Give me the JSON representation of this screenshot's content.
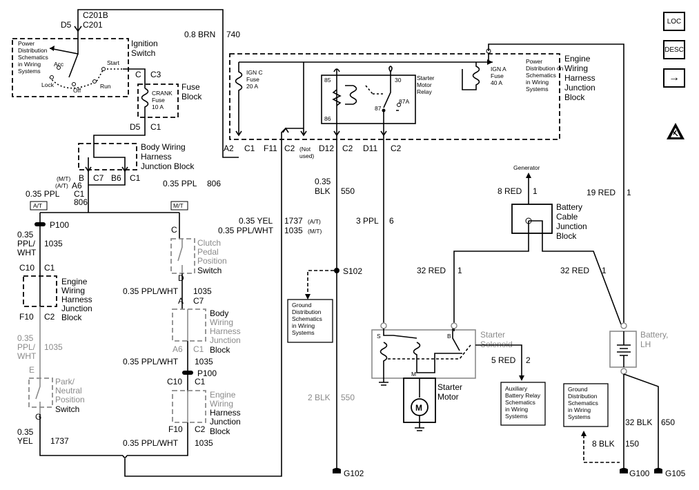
{
  "nav": {
    "loc_label": "LOC",
    "desc_label": "DESC",
    "next_label": "→"
  },
  "labels": {
    "c201b": "C201B",
    "c201": "C201",
    "d5_top": "D5",
    "pds_1": "Power",
    "pds_2": "Distribution",
    "pds_3": "Schematics",
    "pds_4": "in Wiring",
    "pds_5": "Systems",
    "ign_sw_1": "Ignition",
    "ign_sw_2": "Switch",
    "acc": "Acc",
    "lock": "Lock",
    "off": "Off",
    "run": "Run",
    "start": "Start",
    "c_c3": "C",
    "c3": "C3",
    "fuse_block_1": "Fuse",
    "fuse_block_2": "Block",
    "crank_1": "CRANK",
    "crank_2": "Fuse",
    "crank_3": "10 A",
    "d5_c1_a": "D5",
    "d5_c1_b": "C1",
    "brn_wire": "0.8 BRN",
    "brn_num": "740",
    "bwhjb_top_1": "Body  Wiring",
    "bwhjb_top_2": "Harness",
    "bwhjb_top_3": "Junction Block",
    "b_conn": "B",
    "c7_conn": "C7",
    "b6_conn": "B6",
    "c1_conn": "C1",
    "mt_tag": "(M/T)",
    "at_tag": "(A/T)",
    "a6_conn": "A6",
    "c1_sub": "C1",
    "n806_sub": "806",
    "ppl_806": "0.35 PPL",
    "n806": "806",
    "ppl_035": "0.35 PPL",
    "at_box": "A/T",
    "mt_box": "M/T",
    "p100_l": "P100",
    "w035_l": "0.35",
    "ppl_l": "PPL/",
    "wht_l": "WHT",
    "n1035_l": "1035",
    "c10_l": "C10",
    "c1_l": "C1",
    "ewhjb_l_1": "Engine",
    "ewhjb_l_2": "Wiring",
    "ewhjb_l_3": "Harness",
    "ewhjb_l_4": "Junction",
    "ewhjb_l_5": "Block",
    "f10_l": "F10",
    "c2_l": "C2",
    "w035_g": "0.35",
    "ppl_g": "PPL/",
    "wht_g": "WHT",
    "n1035_g": "1035",
    "e_conn": "E",
    "pn_1": "Park/",
    "pn_2": "Neutral",
    "pn_3": "Position",
    "pn_4": "Switch",
    "g_conn": "G",
    "yel_035": "0.35",
    "yel": "YEL",
    "n1737": "1737",
    "c_clutch": "C",
    "cpp_1": "Clutch",
    "cpp_2": "Pedal",
    "cpp_3": "Position",
    "cpp_4": "Switch",
    "d_clutch": "D",
    "pplwht_1035_a": "0.35 PPL/WHT",
    "n1035_a": "1035",
    "a_conn": "A",
    "c7_b": "C7",
    "bwhjb_m_1": "Body",
    "bwhjb_m_2": "Wiring",
    "bwhjb_m_3": "Harness",
    "bwhjb_m_4": "Junction",
    "bwhjb_m_5": "Block",
    "a6_m": "A6",
    "c1_m": "C1",
    "pplwht_1035_b": "0.35 PPL/WHT",
    "n1035_b": "1035",
    "p100_m": "P100",
    "c10_m": "C10",
    "c1_m2": "C1",
    "ewhjb_m_1": "Engine",
    "ewhjb_m_2": "Wiring",
    "ewhjb_m_3": "Harness",
    "ewhjb_m_4": "Junction",
    "ewhjb_m_5": "Block",
    "f10_m": "F10",
    "c2_m": "C2",
    "pplwht_1035_c": "0.35 PPL/WHT",
    "n1035_c": "1035",
    "yel_1737_at": "0.35 YEL",
    "n1737_at": "1737",
    "at_s": "(A/T)",
    "pplwht_1035_mt": "0.35 PPL/WHT",
    "n1035_mt": "1035",
    "mt_s": "(M/T)",
    "ign_c_1": "IGN C",
    "ign_c_2": "Fuse",
    "ign_c_3": "20 A",
    "ign_a_1": "IGN A",
    "ign_a_2": "Fuse",
    "ign_a_3": "40 A",
    "smr_1": "Starter",
    "smr_2": "Motor",
    "smr_3": "Relay",
    "p85": "85",
    "p86": "86",
    "p30": "30",
    "p87": "87",
    "p87a": "87A",
    "pds_r_1": "Power",
    "pds_r_2": "Distribution on",
    "pds_r_3": "Schematics",
    "pds_r_4": "in Wiring",
    "pds_r_5": "Systems",
    "ewhjb_r_1": "Engine",
    "ewhjb_r_2": "Wiring",
    "ewhjb_r_3": "Harness",
    "ewhjb_r_4": "Junction",
    "ewhjb_r_5": "Block",
    "a2": "A2",
    "c1_r": "C1",
    "f11": "F11",
    "c2_r": "C2",
    "not_used_1": "(Not",
    "not_used_2": "used)",
    "d12": "D12",
    "c2_r2": "C2",
    "d11": "D11",
    "c2_r3": "C2",
    "blk_035": "0.35",
    "blk": "BLK",
    "n550": "550",
    "ppl_3": "3 PPL",
    "n6": "6",
    "s102": "S102",
    "gds_1": "Ground",
    "gds_2": "Distribution",
    "gds_3": "Schematics",
    "gds_4": "in Wiring",
    "gds_5": "Systems",
    "blk_2": "2 BLK",
    "n550_b": "550",
    "g102": "G102",
    "generator": "Generator",
    "red_8": "8 RED",
    "n1_a": "1",
    "bcjb_1": "Battery",
    "bcjb_2": "Cable",
    "bcjb_3": "Junction",
    "bcjb_4": "Block",
    "red_19": "19 RED",
    "n1_b": "1",
    "red_32_a": "32 RED",
    "n1_c": "1",
    "red_32_b": "32 RED",
    "n1_d": "1",
    "ss_1": "Starter",
    "ss_2": "Solenoid",
    "s_term": "S",
    "b_term": "B",
    "m_term": "M",
    "red_5": "5 RED",
    "n2": "2",
    "sm_1": "Starter",
    "sm_2": "Motor",
    "motor_m": "M",
    "abr_1": "Auxiliary",
    "abr_2": "Battery Relay",
    "abr_3": "Schematics",
    "abr_4": "in Wiring",
    "abr_5": "Systems",
    "gds2_1": "Ground",
    "gds2_2": "Distribution",
    "gds2_3": "Schematics",
    "gds2_4": "in Wiring",
    "gds2_5": "Systems",
    "batt_1": "Battery,",
    "batt_2": "LH",
    "blk_32": "32 BLK",
    "n650": "650",
    "blk_8": "8 BLK",
    "n150": "150",
    "g100": "G100",
    "g105": "G105"
  }
}
